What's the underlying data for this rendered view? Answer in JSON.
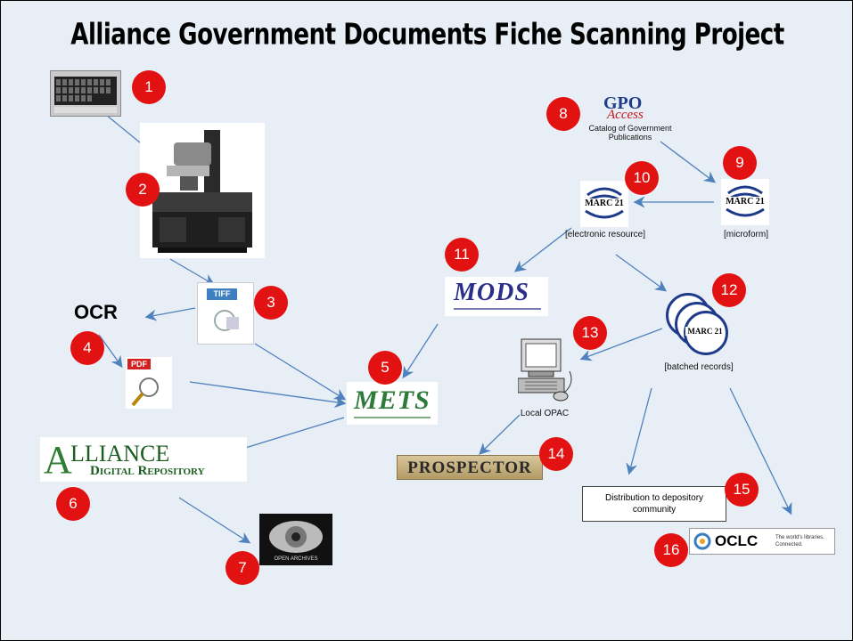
{
  "title": "Alliance Government Documents Fiche Scanning Project",
  "badges": [
    "1",
    "2",
    "3",
    "4",
    "5",
    "6",
    "7",
    "8",
    "9",
    "10",
    "11",
    "12",
    "13",
    "14",
    "15",
    "16"
  ],
  "labels": {
    "ocr": "OCR",
    "gpo_logo_top": "GPO",
    "gpo_logo_bottom": "Access",
    "gpo_caption": "Catalog of Government Publications",
    "marc": "MARC 21",
    "electronic_resource": "[electronic resource]",
    "microform": "[microform]",
    "batched_records": "[batched records]",
    "mods": "MODS",
    "mets": "METS",
    "local_opac": "Local OPAC",
    "prospector": "PROSPECTOR",
    "distribution": "Distribution to depository community",
    "oclc": "OCLC",
    "oclc_tagline": "The world's libraries. Connected.",
    "tiff": "TIFF",
    "pdf": "PDF",
    "alliance_a": "A",
    "alliance_word": "LLIANCE",
    "alliance_sub": "Digital Repository",
    "open_archives": "OPEN ARCHIVES"
  },
  "colors": {
    "badge": "#e31212",
    "arrow": "#4f81bd",
    "background": "#e8eef5"
  }
}
